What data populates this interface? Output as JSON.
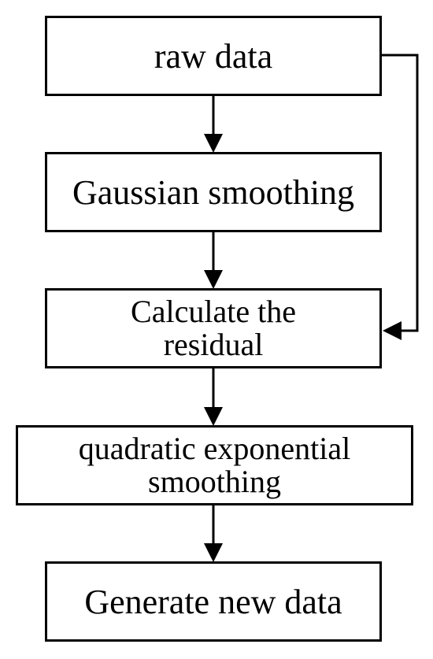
{
  "diagram": {
    "nodes": [
      {
        "id": "raw",
        "label": "raw data"
      },
      {
        "id": "gauss",
        "label": "Gaussian smoothing"
      },
      {
        "id": "resid",
        "label": "Calculate the residual"
      },
      {
        "id": "quad",
        "label": "quadratic exponential smoothing"
      },
      {
        "id": "gen",
        "label": "Generate new data"
      }
    ],
    "edges": [
      {
        "from": "raw",
        "to": "gauss"
      },
      {
        "from": "gauss",
        "to": "resid"
      },
      {
        "from": "raw",
        "to": "resid"
      },
      {
        "from": "resid",
        "to": "quad"
      },
      {
        "from": "quad",
        "to": "gen"
      }
    ],
    "colors": {
      "stroke": "#000000",
      "fill": "#ffffff",
      "text": "#000000"
    }
  }
}
